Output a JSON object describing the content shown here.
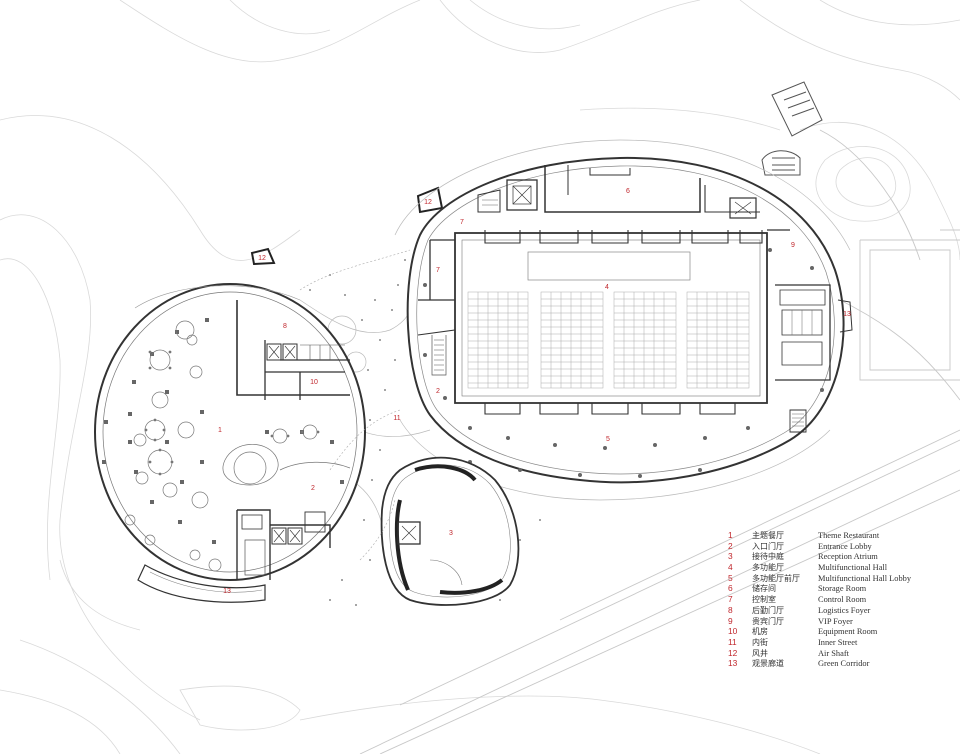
{
  "plan_labels": {
    "theme_restaurant": "1",
    "entrance_lobby": "2",
    "entrance_lobby_b": "2",
    "reception_atrium": "3",
    "multifunctional_hall": "4",
    "hall_lobby": "5",
    "storage_room": "6",
    "control_room": "7",
    "control_room_b": "7",
    "logistics_foyer": "8",
    "vip_foyer": "9",
    "equipment_room": "10",
    "inner_street": "11",
    "air_shaft_a": "12",
    "air_shaft_b": "12",
    "green_corridor_a": "13",
    "green_corridor_b": "13"
  },
  "legend": [
    {
      "num": "1",
      "cn": "主题餐厅",
      "en": "Theme Restaurant"
    },
    {
      "num": "2",
      "cn": "入口门厅",
      "en": "Entrance Lobby"
    },
    {
      "num": "3",
      "cn": "接待中庭",
      "en": "Reception Atrium"
    },
    {
      "num": "4",
      "cn": "多功能厅",
      "en": "Multifunctional Hall"
    },
    {
      "num": "5",
      "cn": "多功能厅前厅",
      "en": "Multifunctional Hall Lobby"
    },
    {
      "num": "6",
      "cn": "储存间",
      "en": "Storage Room"
    },
    {
      "num": "7",
      "cn": "控制室",
      "en": "Control Room"
    },
    {
      "num": "8",
      "cn": "后勤门厅",
      "en": "Logistics Foyer"
    },
    {
      "num": "9",
      "cn": "贵宾门厅",
      "en": "VIP Foyer"
    },
    {
      "num": "10",
      "cn": "机房",
      "en": "Equipment Room"
    },
    {
      "num": "11",
      "cn": "内街",
      "en": "Inner Street"
    },
    {
      "num": "12",
      "cn": "风井",
      "en": "Air Shaft"
    },
    {
      "num": "13",
      "cn": "观景廊道",
      "en": "Green Corridor"
    }
  ],
  "colors": {
    "line": "#4a4a4a",
    "light_line": "#cfcfcf",
    "label": "#c0272d",
    "ground": "#ffffff"
  }
}
